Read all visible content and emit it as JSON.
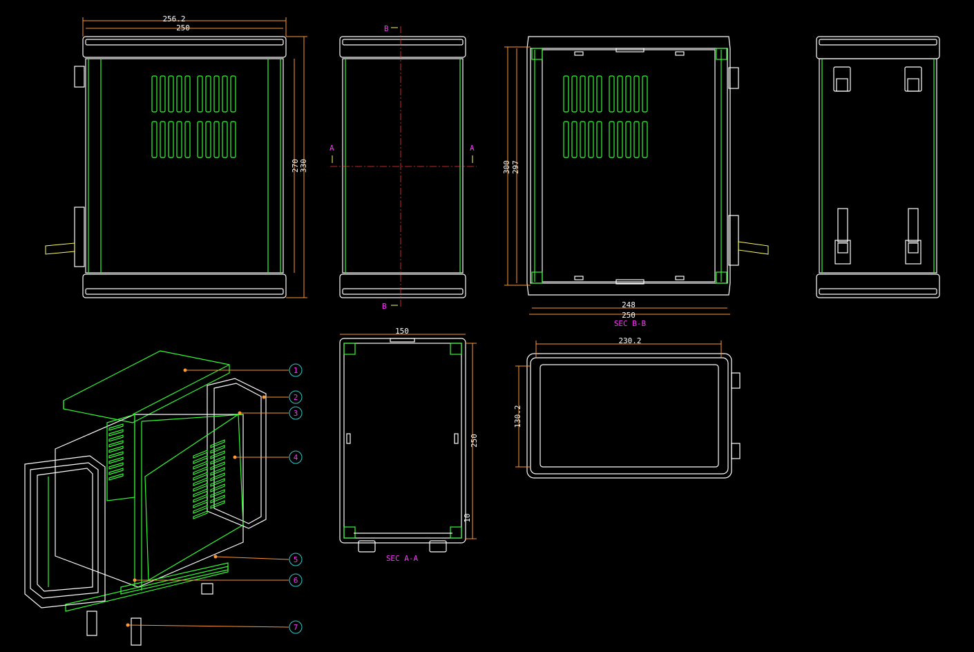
{
  "views": {
    "front": {
      "dims": {
        "outer_width": "256.2",
        "inner_width": "250",
        "inner_height": "270",
        "outer_height": "330"
      }
    },
    "side": {
      "section_b_top": "B",
      "section_b_bottom": "B",
      "section_a_left": "A",
      "section_a_right": "A"
    },
    "section_bb": {
      "dims": {
        "outer_height": "300",
        "inner_height": "297",
        "inner_width": "248",
        "outer_width": "250"
      },
      "caption": "SEC B-B"
    },
    "section_aa": {
      "dims": {
        "width": "150",
        "height": "250",
        "foot": "10"
      },
      "caption": "SEC A-A"
    },
    "top": {
      "dims": {
        "width": "230.2",
        "height": "130.2"
      }
    }
  },
  "balloons": [
    {
      "num": "1"
    },
    {
      "num": "2"
    },
    {
      "num": "3"
    },
    {
      "num": "4"
    },
    {
      "num": "5"
    },
    {
      "num": "6"
    },
    {
      "num": "7"
    }
  ],
  "colors": {
    "background": "#000000",
    "outline": "#ffffff",
    "panel": "#33ff33",
    "dimension": "#ff9933",
    "section_label": "#ff33ff",
    "centerline": "#ff3333",
    "balloon": "#33cccc"
  }
}
